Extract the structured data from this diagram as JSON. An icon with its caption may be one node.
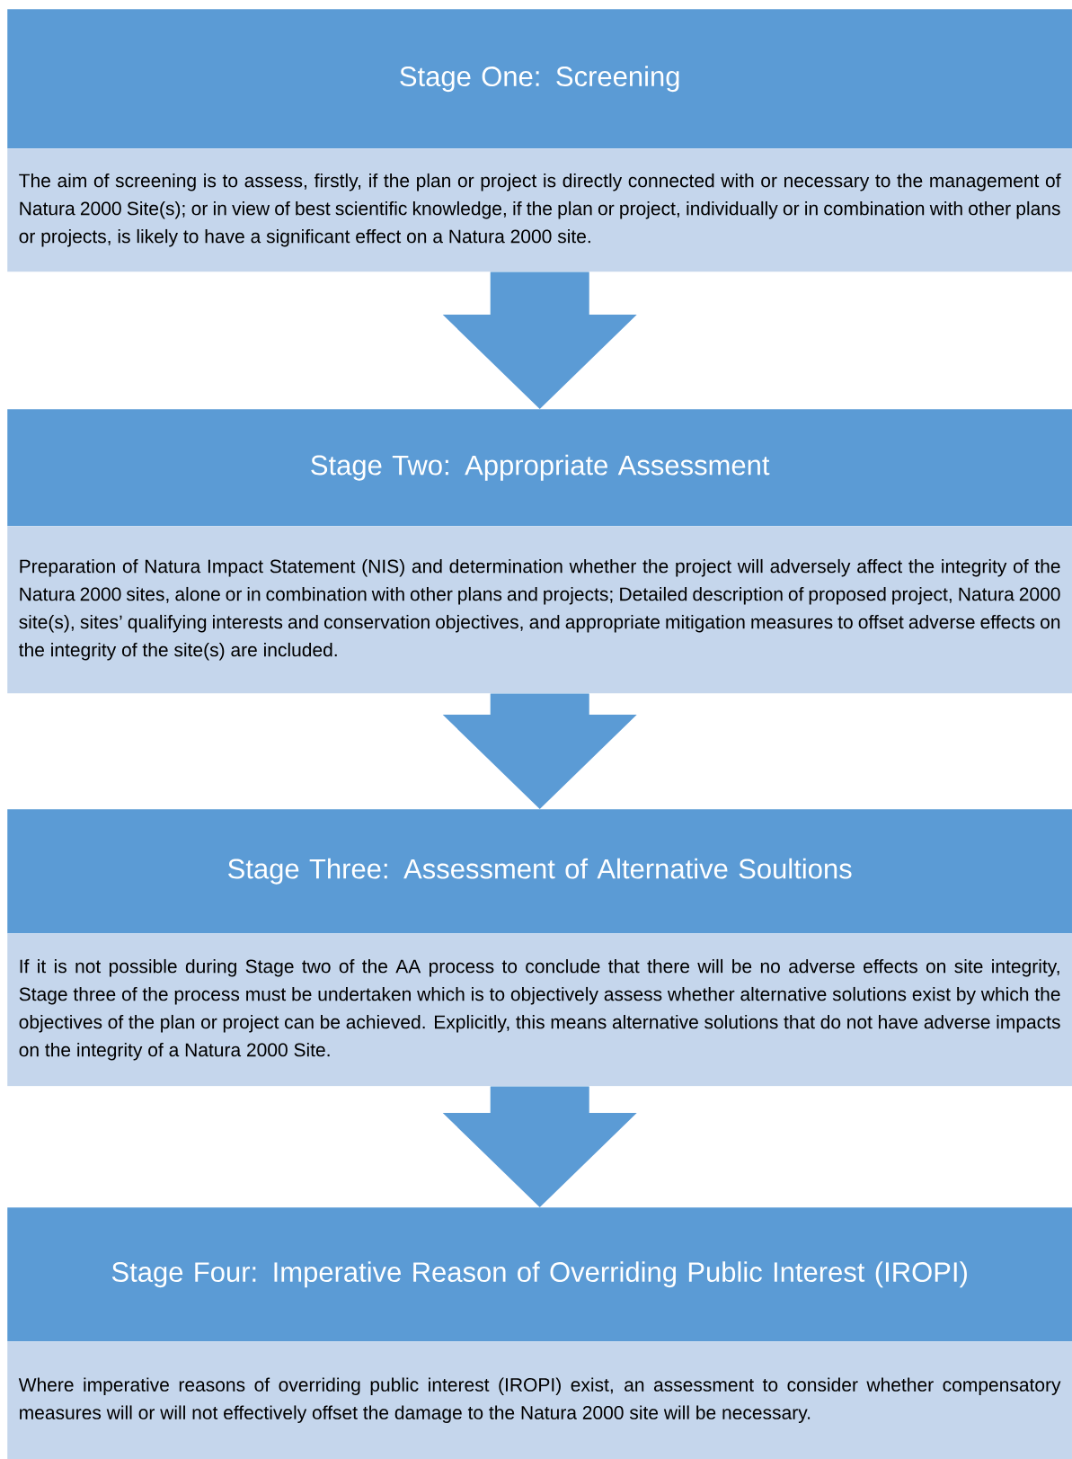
{
  "diagram": {
    "nodes": [
      {
        "text": [
          "Stage One: Screening"
        ]
      },
      {
        "text": [
          "The aim of screening is to assess, firstly, if the plan or project is directly connected with or necessary to the management of Natura 2000 Site(s); or in view of best scientific knowledge, if the plan or project, individually or in combination with other plans or projects, is likely to have a significant effect on a Natura 2000 site."
        ]
      },
      {
        "text": [
          "Stage Two: Appropriate Assessment"
        ]
      },
      {
        "text": [
          "Preparation of Natura Impact Statement (NIS) and determination whether the project will adversely affect the integrity of the Natura 2000 sites, alone or in combination with other plans and projects; Detailed description of proposed project, Natura 2000 site(s), sites’ qualifying interests and conservation objectives, and appropriate mitigation measures to offset adverse effects on the integrity of the site(s) are included."
        ]
      },
      {
        "text": [
          "Stage Three: Assessment of Alternative Soultions"
        ]
      },
      {
        "text": [
          "If it is not possible during Stage two of the AA process to conclude that there will be no adverse effects on site integrity, Stage three of the process must be undertaken which is to objectively assess whether alternative solutions exist by which the objectives of the plan or project can be achieved. Explicitly, this means alternative solutions that do not have adverse impacts on the integrity of a Natura 2000 Site."
        ]
      },
      {
        "text": [
          "Stage Four: Imperative Reason of Overriding Public Interest (IROPI)"
        ]
      },
      {
        "text": [
          "Where imperative reasons of overriding public interest (IROPI) exist, an assessment to consider whether compensatory measures will or will not effectively offset the damage to the Natura 2000 site will be necessary."
        ]
      }
    ],
    "edges": [
      {
        "from": 1,
        "to": 2,
        "arrow": "to"
      },
      {
        "from": 3,
        "to": 4,
        "arrow": "to"
      },
      {
        "from": 5,
        "to": 6,
        "arrow": "to"
      }
    ]
  }
}
